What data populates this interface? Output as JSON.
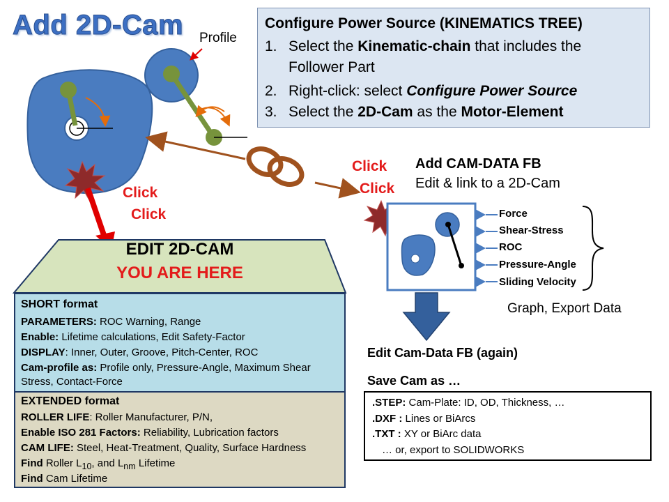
{
  "title": "Add 2D-Cam",
  "profile_label": "Profile",
  "config": {
    "title": "Configure Power Source (KINEMATICS TREE)",
    "steps": [
      {
        "num": "1.",
        "pre": "Select the ",
        "bold": "Kinematic-chain",
        "post": " that includes the",
        "cont": "Follower Part"
      },
      {
        "num": "2.",
        "pre": "Right-click: select ",
        "bold": "Configure Power Source",
        "post": ""
      },
      {
        "num": "3.",
        "pre": "Select the ",
        "bold": "2D-Cam",
        "post": " as the ",
        "bold2": "Motor-Element"
      }
    ]
  },
  "click_left": {
    "line1": "Click",
    "line2": "Click"
  },
  "click_right": {
    "line1": "Click",
    "line2": "Click"
  },
  "camdata": {
    "title": "Add CAM-DATA FB",
    "subtitle": "Edit & link to a 2D-Cam",
    "outputs": [
      "Force",
      "Shear-Stress",
      "ROC",
      "Pressure-Angle",
      "Sliding Velocity"
    ],
    "graph_label": "Graph, Export Data",
    "edit_again": "Edit Cam-Data FB (again)",
    "save_as": "Save Cam as …",
    "save_rows": [
      {
        "key": ".STEP:",
        "val": "Cam-Plate: ID, OD, Thickness, …"
      },
      {
        "key": ".DXF :",
        "val": "Lines or BiArcs"
      },
      {
        "key": ".TXT :",
        "val": "XY or BiArc data"
      },
      {
        "key": "",
        "val": "… or, export to SOLIDWORKS"
      }
    ]
  },
  "edit": {
    "label": "EDIT 2D-CAM",
    "here": "YOU ARE HERE",
    "short_head": "SHORT format",
    "short_rows": [
      {
        "key": "PARAMETERS:",
        "val": "  ROC Warning, Range"
      },
      {
        "key": "Enable:",
        "val": " Lifetime calculations, Edit Safety-Factor"
      },
      {
        "key": "DISPLAY",
        "val": ": Inner, Outer, Groove, Pitch-Center, ROC"
      },
      {
        "key": "Cam-profile as:",
        "val": " Profile only, Pressure-Angle, Maximum Shear Stress, Contact-Force"
      }
    ],
    "ext_head": "EXTENDED format",
    "ext_rows": [
      {
        "key": "ROLLER LIFE",
        "val": ": Roller Manufacturer, P/N,"
      },
      {
        "key": "Enable ISO 281 Factors:",
        "val": " Reliability, Lubrication factors"
      },
      {
        "key": "CAM LIFE:",
        "val": " Steel, Heat-Treatment, Quality, Surface Hardness"
      }
    ],
    "find_roller": {
      "key": "Find",
      "pre": " Roller L",
      "sub1": "10",
      "mid": ", and L",
      "sub2": "nm",
      "post": " Lifetime"
    },
    "find_cam": {
      "key": "Find",
      "val": " Cam Lifetime"
    }
  },
  "colors": {
    "cam_blue": "#4a7cc0",
    "follower_green": "#77933c",
    "arrow_brown": "#a0521e",
    "orange": "#e46c0a",
    "click_red": "#e31b1b",
    "star_red": "#8e2a2a"
  }
}
